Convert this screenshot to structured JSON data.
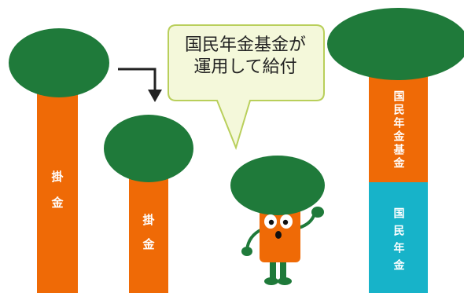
{
  "colors": {
    "canopy_green": "#1f7a3a",
    "trunk_orange": "#ef6a06",
    "teal": "#17b3c9",
    "bubble_fill": "#f4f8da",
    "bubble_stroke": "#b9cf5b"
  },
  "tree1": {
    "label": "掛金"
  },
  "tree2": {
    "label": "掛金"
  },
  "bubble": {
    "line1": "国民年金基金が",
    "line2": "運用して給付"
  },
  "tree3": {
    "top_label": "国民年金基金",
    "bottom_label": "国民年金"
  }
}
